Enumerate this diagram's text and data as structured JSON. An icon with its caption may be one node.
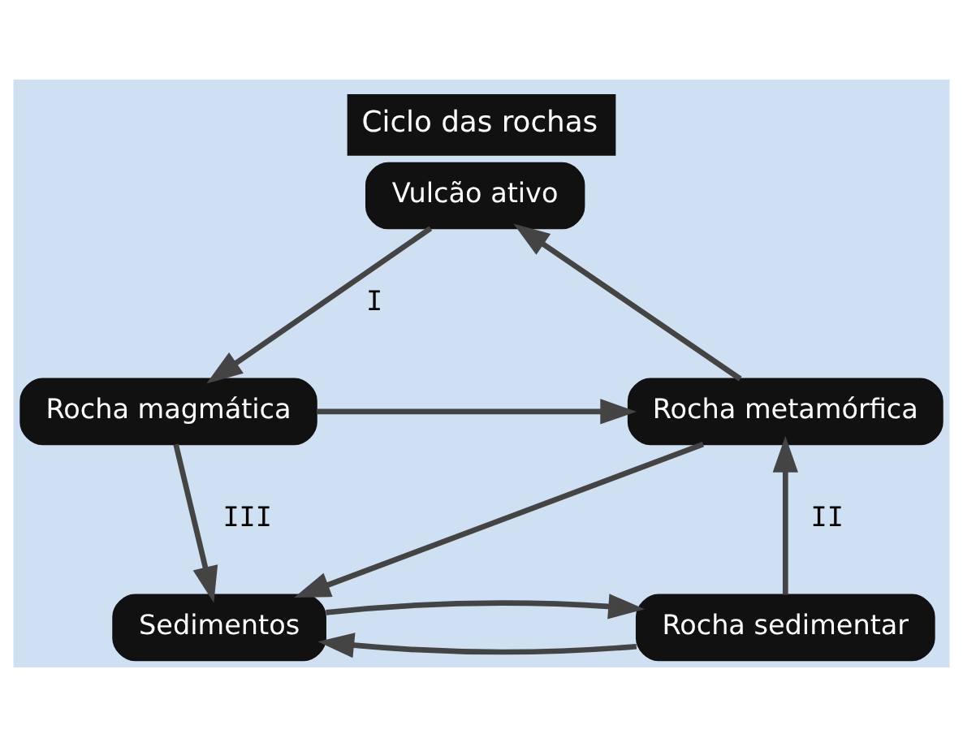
{
  "diagram": {
    "title": "Ciclo das rochas",
    "nodes": [
      {
        "text": [
          "Vulcão ativo"
        ]
      },
      {
        "text": [
          "Rocha magmática"
        ]
      },
      {
        "text": [
          "Rocha metamórfica"
        ]
      },
      {
        "text": [
          "Sedimentos"
        ]
      },
      {
        "text": [
          "Rocha sedimentar"
        ]
      }
    ],
    "edges": [
      {
        "from": 0,
        "to": 1,
        "arrow": "to",
        "label": "I"
      },
      {
        "from": 1,
        "to": 2,
        "arrow": "to"
      },
      {
        "from": 1,
        "to": 3,
        "arrow": "to",
        "label": "III"
      },
      {
        "from": 2,
        "to": 3,
        "arrow": "to"
      },
      {
        "from": 2,
        "to": 0,
        "arrow": "to"
      },
      {
        "from": 4,
        "to": 2,
        "arrow": "to",
        "label": "II"
      },
      {
        "from": 4,
        "to": 3,
        "arrow": "to"
      },
      {
        "from": 3,
        "to": 4,
        "arrow": "to"
      }
    ]
  }
}
